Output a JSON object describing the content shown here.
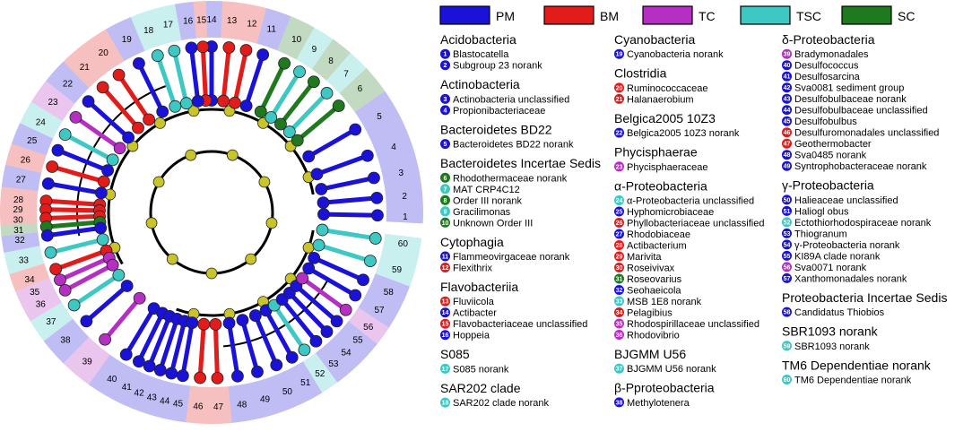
{
  "colors": {
    "PM": "#1a12d8",
    "BM": "#e21b1b",
    "TC": "#b52fc2",
    "TSC": "#3ec8c4",
    "SC": "#1f7a1f",
    "node_olive": "#c8c42a",
    "line": "#000000"
  },
  "legend": [
    {
      "key": "PM",
      "label": "PM"
    },
    {
      "key": "BM",
      "label": "BM"
    },
    {
      "key": "TC",
      "label": "TC"
    },
    {
      "key": "TSC",
      "label": "TSC"
    },
    {
      "key": "SC",
      "label": "SC"
    }
  ],
  "columns": [
    [
      {
        "title": "Acidobacteria",
        "items": [
          [
            "1",
            "PM",
            "Blastocatella"
          ],
          [
            "2",
            "PM",
            "Subgroup 23 norank"
          ]
        ]
      },
      {
        "title": "Actinobacteria",
        "items": [
          [
            "3",
            "PM",
            "Actinobacteria unclassified"
          ],
          [
            "4",
            "PM",
            "Propionibacteriaceae"
          ]
        ]
      },
      {
        "title": "Bacteroidetes BD22",
        "items": [
          [
            "5",
            "PM",
            "Bacteroidetes BD22 norank"
          ]
        ]
      },
      {
        "title": "Bacteroidetes Incertae Sedis",
        "items": [
          [
            "6",
            "SC",
            "Rhodothermaceae norank"
          ],
          [
            "7",
            "TSC",
            "MAT CRP4C12"
          ],
          [
            "8",
            "SC",
            "Order III norank"
          ],
          [
            "9",
            "TSC",
            "Gracilimonas"
          ],
          [
            "10",
            "SC",
            "Unknown Order III"
          ]
        ]
      },
      {
        "title": "Cytophagia",
        "items": [
          [
            "11",
            "PM",
            "Flammeovirgaceae norank"
          ],
          [
            "12",
            "BM",
            "Flexithrix"
          ]
        ]
      },
      {
        "title": "Flavobacteriia",
        "items": [
          [
            "13",
            "BM",
            "Fluviicola"
          ],
          [
            "14",
            "PM",
            "Actibacter"
          ],
          [
            "15",
            "BM",
            "Flavobacteriaceae unclassified"
          ],
          [
            "16",
            "PM",
            "Hoppeia"
          ]
        ]
      },
      {
        "title": "S085",
        "items": [
          [
            "17",
            "TSC",
            "S085 norank"
          ]
        ]
      },
      {
        "title": "SAR202 clade",
        "items": [
          [
            "18",
            "TSC",
            "SAR202 clade norank"
          ]
        ]
      }
    ],
    [
      {
        "title": "Cyanobacteria",
        "items": [
          [
            "19",
            "PM",
            "Cyanobacteria norank"
          ]
        ]
      },
      {
        "title": "Clostridia",
        "items": [
          [
            "20",
            "BM",
            "Ruminococcaceae"
          ],
          [
            "21",
            "BM",
            "Halanaerobium"
          ]
        ]
      },
      {
        "title": "Belgica2005 10Z3",
        "items": [
          [
            "22",
            "PM",
            "Belgica2005 10Z3 norank"
          ]
        ]
      },
      {
        "title": "Phycisphaerae",
        "items": [
          [
            "23",
            "TC",
            "Phycisphaeraceae"
          ]
        ]
      },
      {
        "title": "α-Proteobacteria",
        "items": [
          [
            "24",
            "TSC",
            "α-Proteobacteria unclassified"
          ],
          [
            "25",
            "PM",
            "Hyphomicrobiaceae"
          ],
          [
            "26",
            "BM",
            "Phyllobacteriaceae unclassified"
          ],
          [
            "27",
            "PM",
            "Rhodobiaceae"
          ],
          [
            "28",
            "BM",
            "Actibacterium"
          ],
          [
            "29",
            "BM",
            "Marivita"
          ],
          [
            "30",
            "BM",
            "Roseivivax"
          ],
          [
            "31",
            "SC",
            "Roseovarius"
          ],
          [
            "32",
            "PM",
            "Seohaeicola"
          ],
          [
            "33",
            "TSC",
            "MSB 1E8 norank"
          ],
          [
            "34",
            "BM",
            "Pelagibius"
          ],
          [
            "35",
            "TC",
            "Rhodospirillaceae unclassified"
          ],
          [
            "36",
            "TC",
            "Rhodovibrio"
          ]
        ]
      },
      {
        "title": "BJGMM U56",
        "items": [
          [
            "37",
            "TSC",
            "BJGMM U56 norank"
          ]
        ]
      },
      {
        "title": "β-Pproteobacteria",
        "items": [
          [
            "38",
            "PM",
            "Methylotenera"
          ]
        ]
      }
    ],
    [
      {
        "title": "δ-Proteobacteria",
        "items": [
          [
            "39",
            "TC",
            "Bradymonadales"
          ],
          [
            "40",
            "PM",
            "Desulfococcus"
          ],
          [
            "41",
            "PM",
            "Desulfosarcina"
          ],
          [
            "42",
            "PM",
            "Sva0081 sediment group"
          ],
          [
            "43",
            "PM",
            "Desulfobulbaceae norank"
          ],
          [
            "44",
            "PM",
            "Desulfobulbaceae unclassified"
          ],
          [
            "45",
            "PM",
            "Desulfobulbus"
          ],
          [
            "46",
            "BM",
            "Desulfuromonadales unclassified"
          ],
          [
            "47",
            "BM",
            "Geothermobacter"
          ],
          [
            "48",
            "PM",
            "Sva0485 norank"
          ],
          [
            "49",
            "PM",
            "Syntrophobacteraceae norank"
          ]
        ]
      },
      {
        "title": "γ-Proteobacteria",
        "items": [
          [
            "50",
            "PM",
            "Halieaceae unclassified"
          ],
          [
            "51",
            "PM",
            "Haliogl obus"
          ],
          [
            "52",
            "TSC",
            "Ectothiorhodospiraceae norank"
          ],
          [
            "53",
            "PM",
            "Thiogranum"
          ],
          [
            "54",
            "PM",
            "γ-Proteobacteria norank"
          ],
          [
            "55",
            "PM",
            "KI89A clade norank"
          ],
          [
            "56",
            "TC",
            "Sva0071 norank"
          ],
          [
            "57",
            "PM",
            "Xanthomonadales norank"
          ]
        ]
      },
      {
        "title": "Proteobacteria Incertae Sedis",
        "items": [
          [
            "58",
            "PM",
            "Candidatus Thiobios"
          ]
        ]
      },
      {
        "title": "SBR1093 norank",
        "items": [
          [
            "59",
            "TSC",
            "SBR1093 norank"
          ]
        ]
      },
      {
        "title": "TM6  Dependentiae norank",
        "items": [
          [
            "60",
            "TSC",
            "TM6  Dependentiae  norank"
          ]
        ]
      }
    ]
  ]
}
